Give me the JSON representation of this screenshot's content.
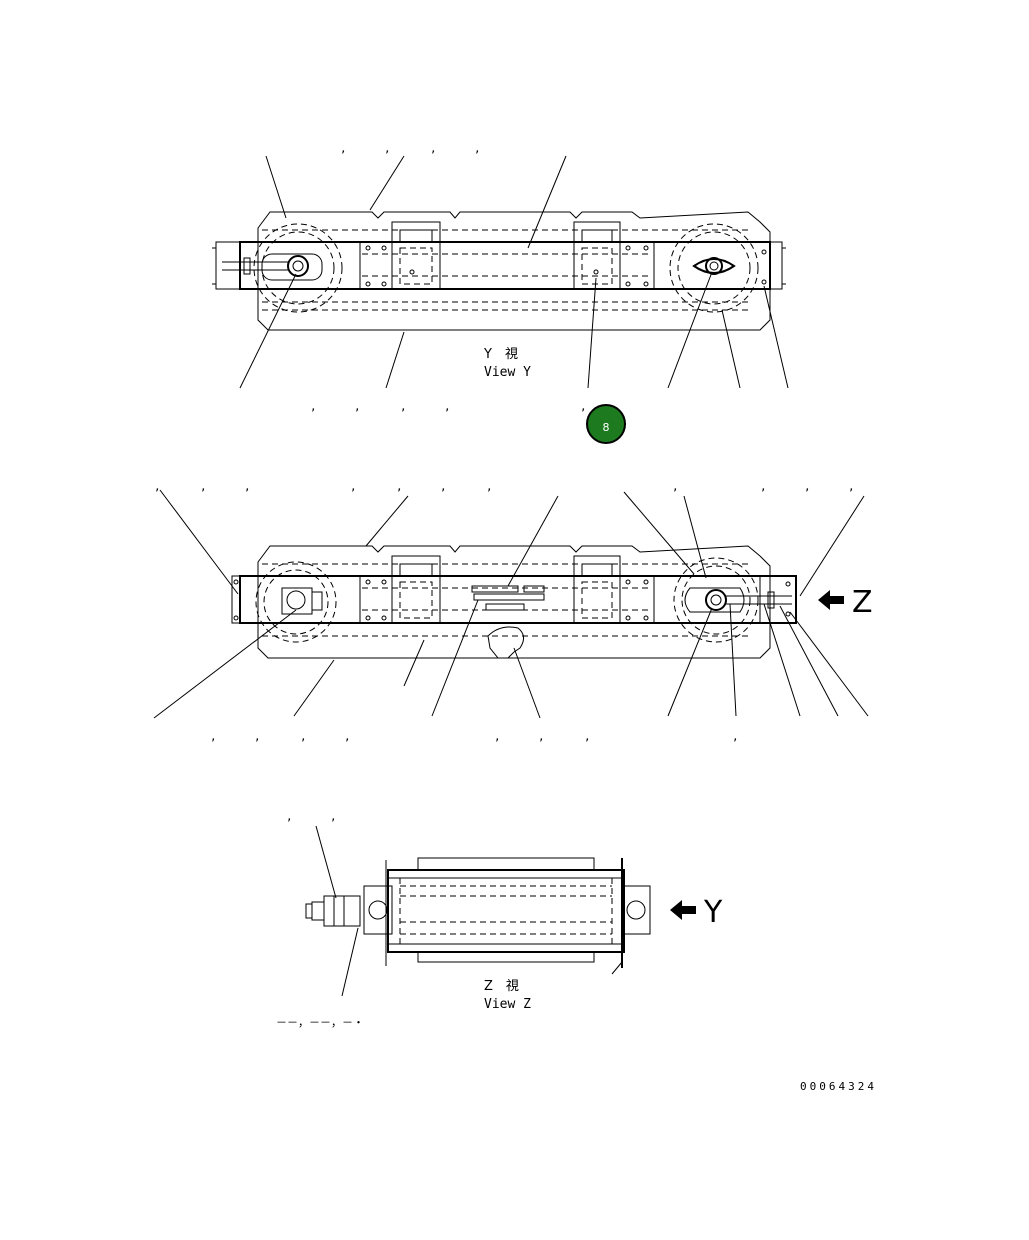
{
  "views": {
    "view_y": {
      "jp": "Y　視",
      "en": "View Y"
    },
    "view_z": {
      "jp": "Z　視",
      "en": "View Z"
    }
  },
  "arrows": {
    "z_label": "Z",
    "y_label": "Y"
  },
  "page_badge": {
    "label": "8",
    "color": "#1e7a1e"
  },
  "footer_code": "00064324",
  "dash_note": "－－，－－，－・",
  "colors": {
    "line": "#000000",
    "badge": "#1e7a1e"
  }
}
